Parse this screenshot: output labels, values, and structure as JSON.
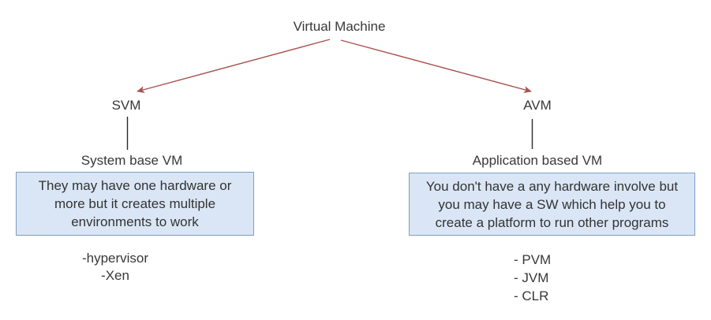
{
  "diagram": {
    "title": "Virtual Machine tree diagram",
    "root": {
      "label": "Virtual Machine"
    },
    "branches": {
      "left": {
        "node": "SVM",
        "sublabel": "System base VM",
        "description_lines": [
          "They may have one hardware or",
          "more but it creates multiple",
          "environments to work"
        ],
        "examples": [
          "-hypervisor",
          "-Xen"
        ]
      },
      "right": {
        "node": "AVM",
        "sublabel": "Application based VM",
        "description_lines": [
          "You don't have a any hardware involve but",
          "you may have a SW which help you to",
          "create a platform to run other programs"
        ],
        "examples": [
          "- PVM",
          "- JVM",
          "- CLR"
        ]
      }
    }
  },
  "colors": {
    "arrow": "#a8534e",
    "connector": "#2b2b2b",
    "box_fill": "#dae6f5",
    "box_border": "#7f9dc0",
    "text": "#383838",
    "background": "#ffffff"
  }
}
